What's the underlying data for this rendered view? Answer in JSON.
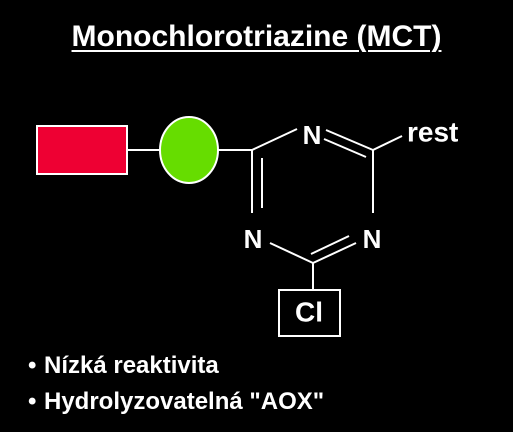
{
  "title": "Monochlorotriazine (MCT)",
  "molecule": {
    "ring_atoms": [
      "N",
      "N",
      "N"
    ],
    "substituent_label": "rest",
    "leaving_group": "Cl"
  },
  "colors": {
    "background": "#000000",
    "text": "#ffffff",
    "rectangle_fill": "#ee0033",
    "circle_fill": "#66dd00",
    "bond": "#ffffff"
  },
  "bullets": [
    {
      "marker": "•",
      "text": "Nízká reaktivita"
    },
    {
      "marker": "•",
      "text": "Hydrolyzovatelná \"AOX\""
    }
  ]
}
